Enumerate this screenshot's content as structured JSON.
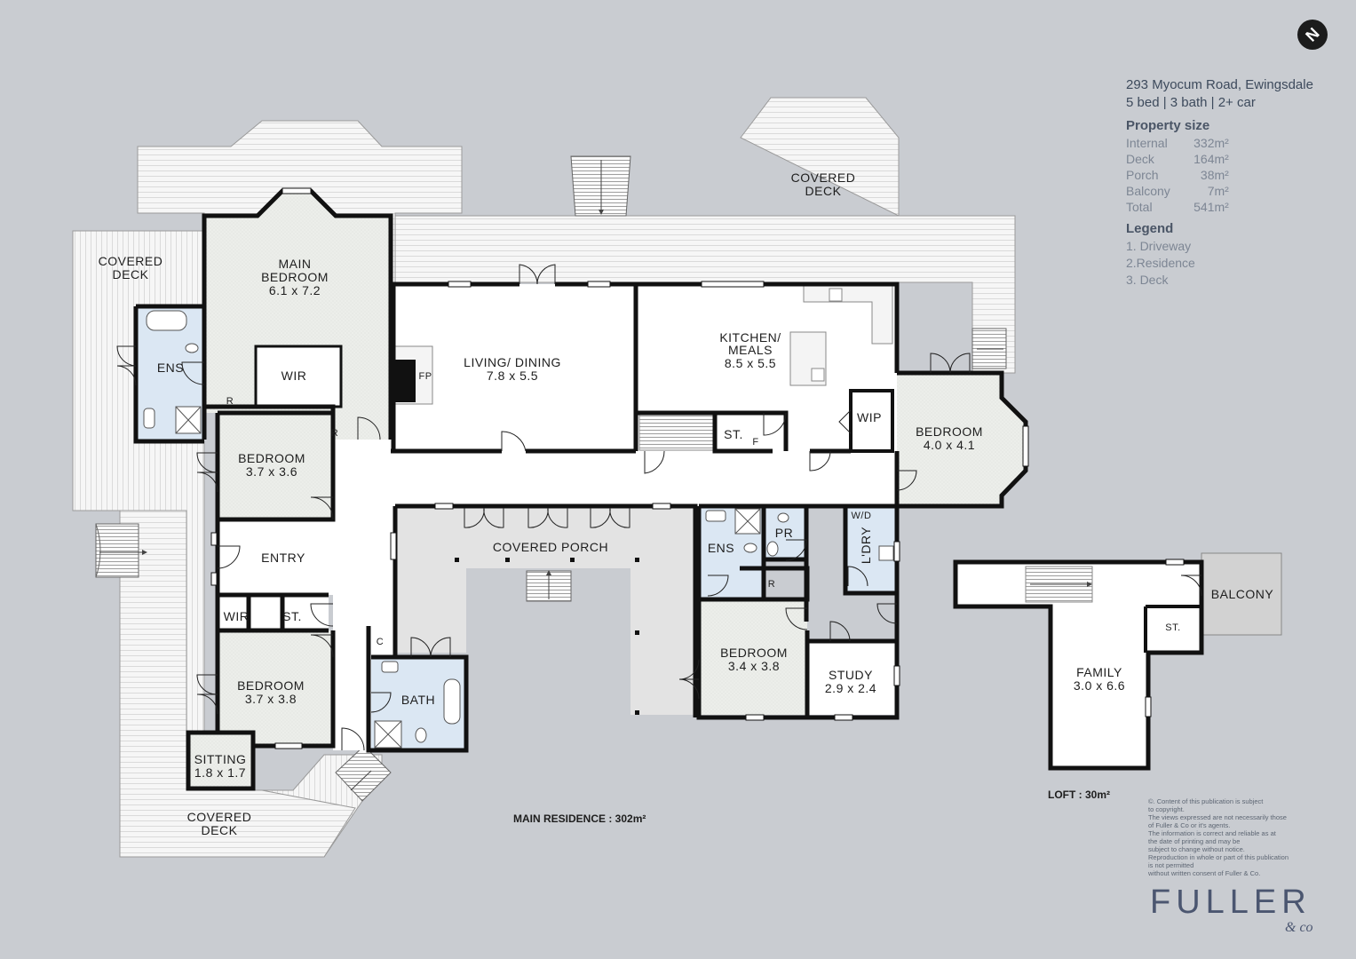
{
  "header": {
    "address": "293 Myocum Road, Ewingsdale",
    "summary": "5 bed | 3 bath | 2+ car"
  },
  "property_size": {
    "heading": "Property size",
    "rows": [
      {
        "label": "Internal",
        "value": "332m²"
      },
      {
        "label": "Deck",
        "value": "164m²"
      },
      {
        "label": "Porch",
        "value": "38m²"
      },
      {
        "label": "Balcony",
        "value": "7m²"
      },
      {
        "label": "Total",
        "value": "541m²"
      }
    ]
  },
  "legend": {
    "heading": "Legend",
    "items": [
      "1. Driveway",
      "2.Residence",
      "3. Deck"
    ]
  },
  "rooms": {
    "covered_deck_top": [
      "COVERED",
      "DECK"
    ],
    "covered_deck_left": [
      "COVERED",
      "DECK"
    ],
    "covered_deck_bottom": [
      "COVERED",
      "DECK"
    ],
    "main_bedroom": [
      "MAIN",
      "BEDROOM",
      "6.1 x 7.2"
    ],
    "ens_left": "ENS",
    "wir_main": "WIR",
    "r_main": "R",
    "r_bed2": "R",
    "bedroom_2": [
      "BEDROOM",
      "3.7 x 3.6"
    ],
    "entry": "ENTRY",
    "wir_bed3": "WIR",
    "st_bed3": "ST.",
    "bedroom_3": [
      "BEDROOM",
      "3.7 x 3.8"
    ],
    "sitting": [
      "SITTING",
      "1.8 x 1.7"
    ],
    "living_dining": [
      "LIVING/ DINING",
      "7.8 x 5.5"
    ],
    "fp": "FP",
    "kitchen": [
      "KITCHEN/",
      "MEALS",
      "8.5 x 5.5"
    ],
    "st_kitchen": "ST.",
    "f_kitchen": "F",
    "wip": "WIP",
    "bedroom_4": [
      "BEDROOM",
      "4.0 x 4.1"
    ],
    "covered_porch": "COVERED PORCH",
    "c_cupboard": "C",
    "bath": "BATH",
    "ens_mid": "ENS",
    "pr": "PR",
    "wd": "W/D",
    "ldry": "L'DRY",
    "r_mid": "R",
    "bedroom_5": [
      "BEDROOM",
      "3.4 x 3.8"
    ],
    "study": [
      "STUDY",
      "2.9 x 2.4"
    ],
    "balcony": "BALCONY",
    "st_loft": "ST.",
    "family": [
      "FAMILY",
      "3.0 x 6.6"
    ]
  },
  "captions": {
    "main_residence": "MAIN RESIDENCE : 302m²",
    "loft": "LOFT : 30m²"
  },
  "disclaimer": [
    "©. Content of this publication is subject",
    "to copyright.",
    "The views expressed are not necessarily those",
    "of Fuller & Co or it's agents.",
    "The information is correct and reliable as at",
    "the date of printing and may be",
    "subject to change without notice.",
    "Reproduction in whole or part of this publication",
    "is not permitted",
    "without written consent of Fuller & Co."
  ],
  "brand": {
    "name": "FULLER",
    "sub": "& co"
  },
  "compass": "N",
  "colors": {
    "background": "#c9ccd1",
    "deck": "#f4f4f4",
    "room": "#ffffff",
    "bedroom_floor": "#edeeeb",
    "wet_area": "#dbe7f3",
    "porch": "#e3e3e3",
    "wall": "#111111",
    "text": "#1e1e1e"
  },
  "icons": [
    "north-compass-icon",
    "stair-icon",
    "door-icon",
    "window-icon",
    "bathtub-icon",
    "toilet-icon",
    "shower-icon"
  ]
}
